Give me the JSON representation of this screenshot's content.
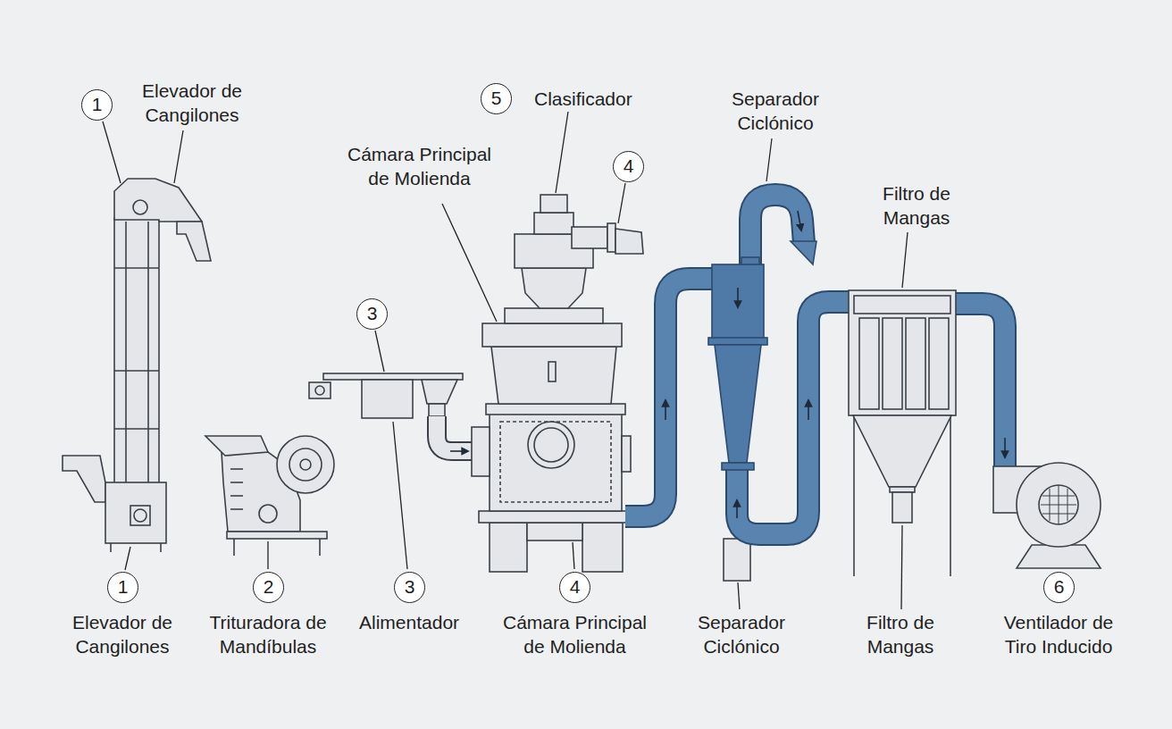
{
  "diagram": {
    "labels": [
      "1",
      "Elevador de Cangilones",
      "5",
      "Clasificador",
      "Cámara Principal de Molienda",
      "4",
      "Separador Ciclónico",
      "Filtro de Mangas",
      "3",
      "1",
      "Elevador de Cangilones",
      "2",
      "Trituradora de Mandíbulas",
      "3",
      "Alimentador",
      "4",
      "Cámara Principal de Molienda",
      "Separador Ciclónico",
      "Filtro de Mangas",
      "6",
      "Ventilador de Tiro Inducido"
    ]
  }
}
